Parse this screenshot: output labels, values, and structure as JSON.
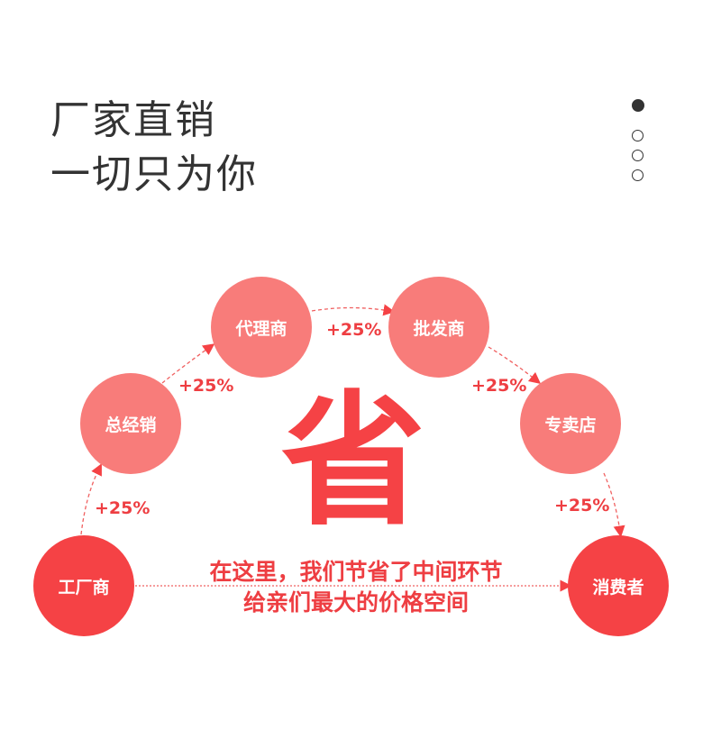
{
  "heading": {
    "line1": "厂家直销",
    "line2": "一切只为你"
  },
  "pager": {
    "total": 4,
    "active": 1
  },
  "nodes": {
    "factory": "工厂商",
    "general": "总经销",
    "agent": "代理商",
    "wholesale": "批发商",
    "store": "专卖店",
    "consumer": "消费者"
  },
  "markup": "+25%",
  "center_char": "省",
  "message": {
    "line1": "在这里，我们节省了中间环节",
    "line2": "给亲们最大的价格空间"
  },
  "colors": {
    "light": "#f87c7a",
    "dark": "#f54245",
    "text": "#ee3e42"
  }
}
